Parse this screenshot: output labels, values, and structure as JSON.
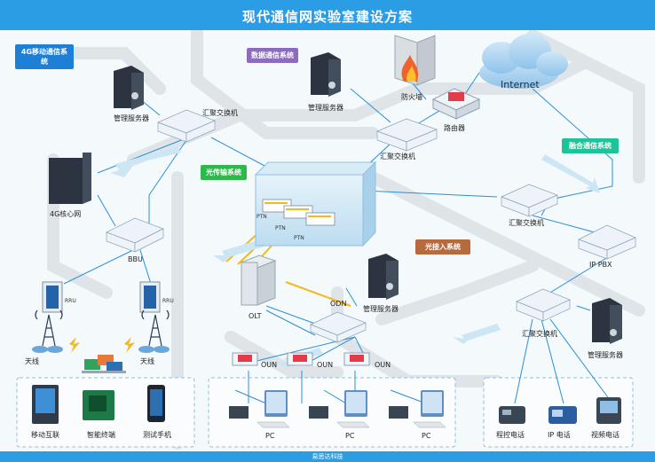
{
  "title": "现代通信网实验室建设方案",
  "footer": "易思达科技",
  "sections": {
    "mobile_4g": "4G移动通信系统",
    "data_comm": "数据通信系统",
    "optical": "光传输系统",
    "converged": "融合通信系统",
    "access": "光接入系统"
  },
  "nodes": {
    "mgmt_server_left": "管理服务器",
    "agg_switch_left": "汇聚交换机",
    "core_4g": "4G核心网",
    "bbu": "BBU",
    "rru": "RRU",
    "antenna": "天线",
    "mgmt_server_data": "管理服务器",
    "firewall": "防火墙",
    "internet": "Internet",
    "router": "路由器",
    "agg_switch_data": "汇聚交换机",
    "agg_switch_right": "汇聚交换机",
    "ip_pbx": "IP PBX",
    "olt": "OLT",
    "odn": "ODN",
    "mgmt_server_access": "管理服务器",
    "oun": "OUN",
    "agg_switch_right_lower": "汇聚交换机",
    "mgmt_server_right": "管理服务器",
    "ptn": "PTN"
  },
  "terminals": {
    "mobile_internet": "移动互联",
    "smart_terminal": "智能终端",
    "test_phone": "测试手机",
    "pc": "PC",
    "program_phone": "程控电话",
    "ip_phone": "IP 电话",
    "video_phone": "视频电话"
  },
  "colors": {
    "header": "#2a9de4",
    "banner_blue": "#1d7fd6",
    "banner_purple": "#8d6bbf",
    "banner_green": "#2db84a",
    "banner_teal": "#1fc39a",
    "banner_brown": "#b86a3f",
    "link_blue": "#2a8fd6",
    "fiber_yellow": "#f2b81e",
    "road_gray": "#dde2e6"
  }
}
